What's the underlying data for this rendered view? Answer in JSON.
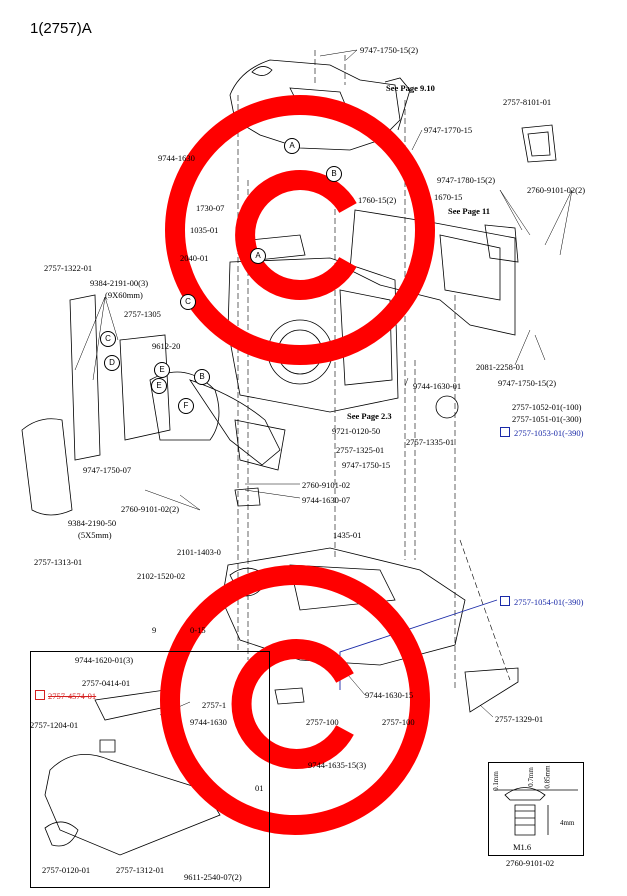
{
  "page": {
    "title": "1(2757)A"
  },
  "parts": [
    "9747-1750-15(2)",
    "See Page 9.10",
    "2757-8101-01",
    "9747-1770-15",
    "9744-1630",
    "9747-1780-15(2)",
    "1760-15(2)",
    "1670-15",
    "2760-9101-02(2)",
    "See Page 11",
    "1730-07",
    "1035-01",
    "2040-01",
    "2757-1322-01",
    "9384-2191-00(3)",
    "(9X60mm)",
    "2757-1305",
    "9612-20",
    "2081-2258-01",
    "9747-1750-15(2)",
    "9744-1630-01",
    "2757-1052-01(-100)",
    "2757-1051-01(-300)",
    "2757-1053-01(-390)",
    "See Page 2.3",
    "2757-1335-01",
    "9721-0120-50",
    "2757-1325-01",
    "9747-1750-15",
    "9747-1750-07",
    "2760-9101-02",
    "9744-1630-07",
    "2760-9101-02(2)",
    "9384-2190-50",
    "(5X5mm)",
    "2757-1313-01",
    "2101-1403-0",
    "2102-1520-02",
    "1435-01",
    "2757-1054-01(-390)",
    "9744-1620-01(3)",
    "2757-0414-01",
    "2757-4574-01",
    "2757-1204-01",
    "2757-1",
    "9744-1630",
    "01",
    "2757-0120-01",
    "2757-1312-01",
    "9611-2540-07(2)",
    "9744-1630-15",
    "2757-100",
    "2757-100",
    "9744-1635-15(3)",
    "2757-1329-01",
    "9",
    "0-15",
    "2760-9101-02"
  ],
  "callouts": [
    "A",
    "A",
    "B",
    "B",
    "C",
    "C",
    "D",
    "E",
    "E",
    "F"
  ],
  "detail": {
    "dims": [
      "0.1mm",
      "0.7mm",
      "0.85mm",
      "4mm"
    ],
    "size": "M1.6",
    "part": "2760-9101-02"
  },
  "colors": {
    "blue": "#1a2aa8",
    "red": "#d42020",
    "watermark": "#ff0000"
  },
  "icons": [
    "copyright-watermark-icon",
    "copyright-watermark-icon"
  ]
}
